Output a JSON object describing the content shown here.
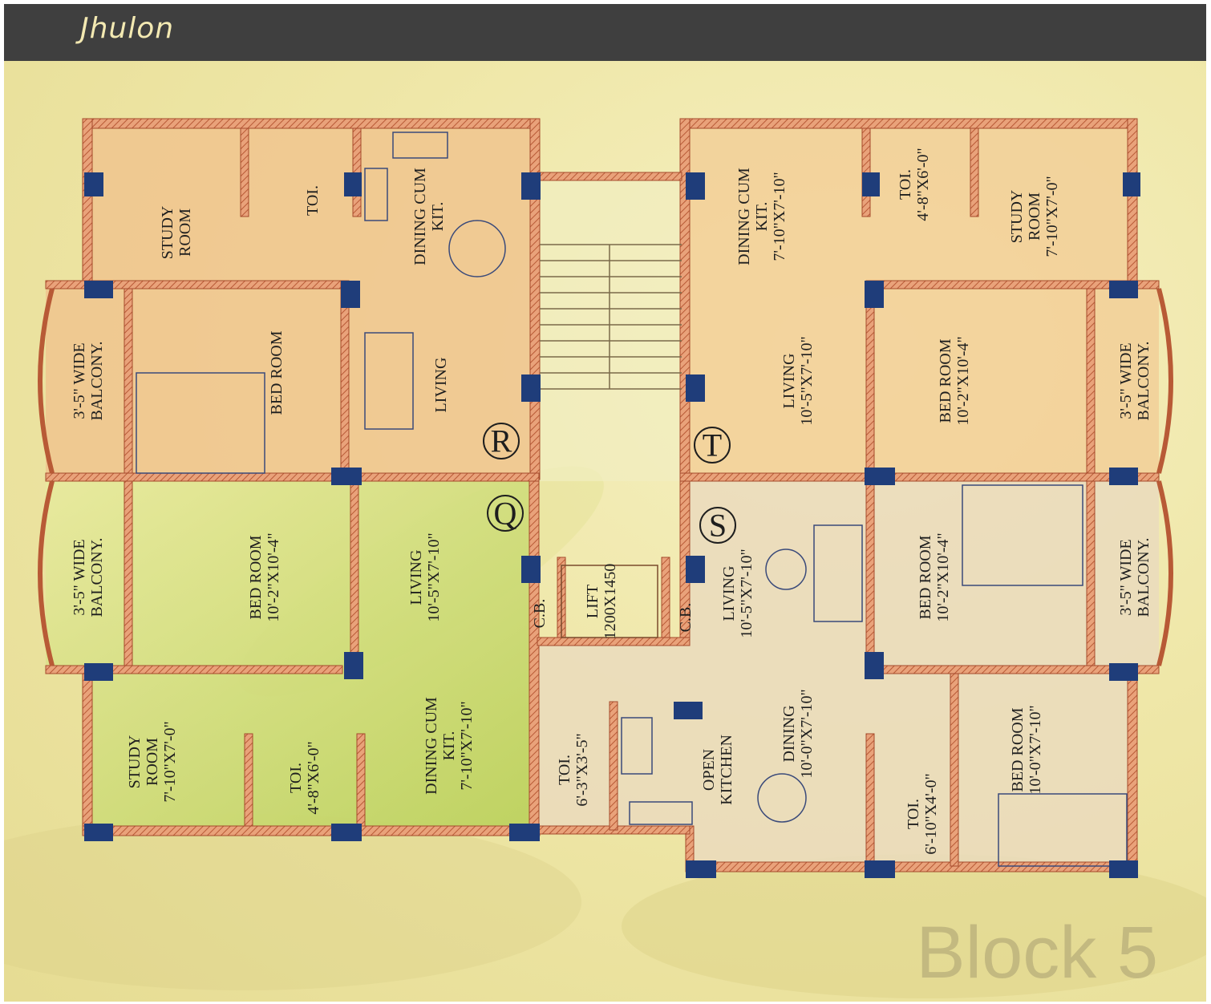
{
  "header": {
    "title": "Jhulon"
  },
  "block_label": "Block 5",
  "colors": {
    "header_bg": "#3f3f3f",
    "wall": "#d8825a",
    "pillar": "#1f3d7a",
    "flat_Q": "#cfe07e",
    "flat_R": "#f0c48e",
    "flat_T": "#f2d3a0",
    "flat_S": "#eadbbd"
  },
  "units": {
    "R": "R",
    "T": "T",
    "Q": "Q",
    "S": "S"
  },
  "rooms": {
    "r_study": [
      "STUDY",
      "ROOM"
    ],
    "r_toi": [
      "TOI."
    ],
    "r_dining": [
      "DINING CUM",
      "KIT."
    ],
    "r_bed": [
      "BED ROOM"
    ],
    "r_living": [
      "LIVING"
    ],
    "r_balcony": [
      "3'-5\" WIDE",
      "BALCONY."
    ],
    "t_dining": [
      "DINING CUM",
      "KIT.",
      "7'-10\"X7'-10\""
    ],
    "t_toi": [
      "TOI.",
      "4'-8\"X6'-0\""
    ],
    "t_study": [
      "STUDY",
      "ROOM",
      "7'-10\"X7'-0\""
    ],
    "t_living": [
      "LIVING",
      "10'-5\"X7'-10\""
    ],
    "t_bed": [
      "BED ROOM",
      "10'-2\"X10'-4\""
    ],
    "t_balcony": [
      "3'-5\" WIDE",
      "BALCONY."
    ],
    "q_balcony": [
      "3'-5\" WIDE",
      "BALCONY."
    ],
    "q_bed": [
      "BED ROOM",
      "10'-2\"X10'-4\""
    ],
    "q_living": [
      "LIVING",
      "10'-5\"X7'-10\""
    ],
    "q_study": [
      "STUDY",
      "ROOM",
      "7'-10\"X7'-0\""
    ],
    "q_toi": [
      "TOI.",
      "4'-8\"X6'-0\""
    ],
    "q_dining": [
      "DINING CUM",
      "KIT.",
      "7'-10\"X7'-10\""
    ],
    "cb_left": [
      "C.B."
    ],
    "lift": [
      "LIFT",
      "1200X1450"
    ],
    "cb_right": [
      "C.B."
    ],
    "s_living": [
      "LIVING",
      "10'-5\"X7'-10\""
    ],
    "s_bed": [
      "BED ROOM",
      "10'-2\"X10'-4\""
    ],
    "s_balcony": [
      "3'-5\" WIDE",
      "BALCONY."
    ],
    "s_toi_left": [
      "TOI.",
      "6'-3\"X3'-5\""
    ],
    "s_kitchen": [
      "OPEN",
      "KITCHEN"
    ],
    "s_dining": [
      "DINING",
      "10'-0\"X7'-10\""
    ],
    "s_toi_right": [
      "TOI.",
      "6'-10\"X4'-0\""
    ],
    "s_bed2": [
      "BED ROOM",
      "10'-0\"X7'-10\""
    ]
  }
}
